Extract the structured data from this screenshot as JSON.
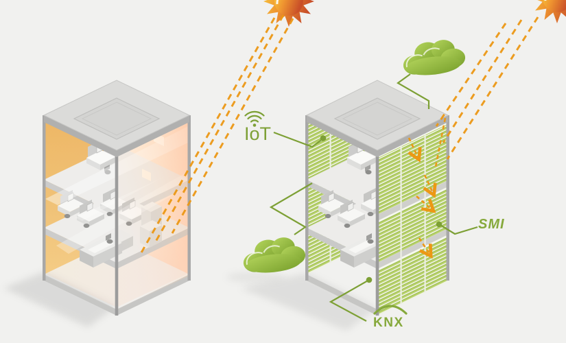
{
  "scene": {
    "type": "isometric-comparison-illustration",
    "background_color": "#f1f1ef",
    "left_building": {
      "name": "office building without smart shading",
      "floors": 3,
      "sunlight": "sun rays pass through glass facade and heat interior",
      "interior_wall_color": "#e7a94e"
    },
    "right_building": {
      "name": "office building with smart venetian blinds",
      "floors": 3,
      "sunlight": "sun rays deflected by green blinds",
      "blind_color": "#b7d169"
    },
    "suns": 2,
    "clouds": 2
  },
  "labels": {
    "iot": "IoT",
    "smi": "SMI",
    "knx": "KNX"
  },
  "colors": {
    "connector_green": "#7da035",
    "logo_green": "#86a93c",
    "blind_green": "#b7d169",
    "ray_orange": "#ec9815",
    "sun_gradient_start": "#f9cf3d",
    "sun_gradient_end": "#c84e28",
    "frame_gray": "#b0b0af",
    "wall_orange": "#e7a94e",
    "background": "#f1f1ef"
  }
}
